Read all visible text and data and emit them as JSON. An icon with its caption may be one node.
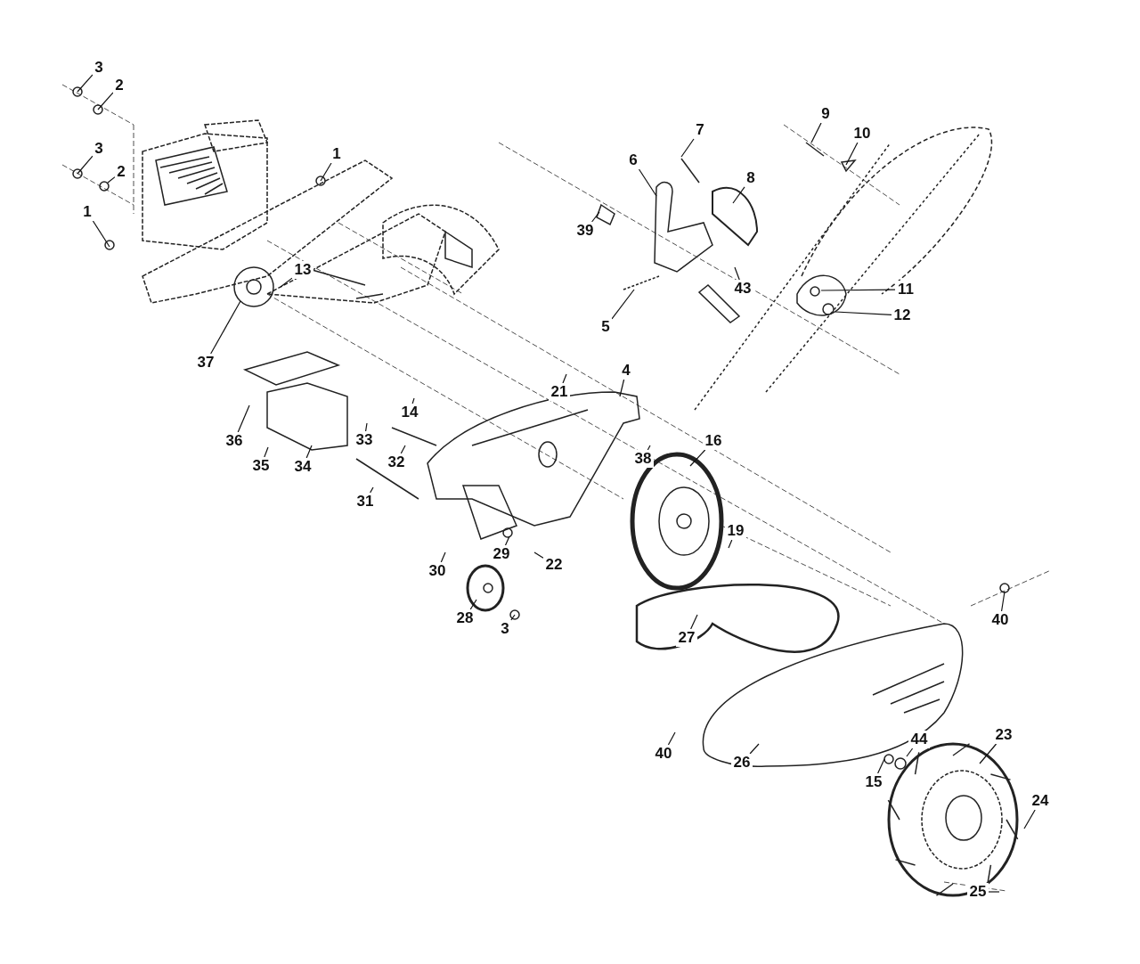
{
  "diagram": {
    "nodes": [
      {
        "text": [
          "3"
        ]
      },
      {
        "text": [
          "2"
        ]
      },
      {
        "text": [
          "3"
        ]
      },
      {
        "text": [
          "2"
        ]
      },
      {
        "text": [
          "1"
        ]
      },
      {
        "text": [
          "1"
        ]
      },
      {
        "text": [
          "7"
        ]
      },
      {
        "text": [
          "9"
        ]
      },
      {
        "text": [
          "10"
        ]
      },
      {
        "text": [
          "6"
        ]
      },
      {
        "text": [
          "8"
        ]
      },
      {
        "text": [
          "39"
        ]
      },
      {
        "text": [
          "13"
        ]
      },
      {
        "text": [
          "11"
        ]
      },
      {
        "text": [
          "43"
        ]
      },
      {
        "text": [
          "12"
        ]
      },
      {
        "text": [
          "5"
        ]
      },
      {
        "text": [
          "37"
        ]
      },
      {
        "text": [
          "4"
        ]
      },
      {
        "text": [
          "21"
        ]
      },
      {
        "text": [
          "36"
        ]
      },
      {
        "text": [
          "14"
        ]
      },
      {
        "text": [
          "33"
        ]
      },
      {
        "text": [
          "38"
        ]
      },
      {
        "text": [
          "16"
        ]
      },
      {
        "text": [
          "32"
        ]
      },
      {
        "text": [
          "35"
        ]
      },
      {
        "text": [
          "34"
        ]
      },
      {
        "text": [
          "31"
        ]
      },
      {
        "text": [
          "19"
        ]
      },
      {
        "text": [
          "29"
        ]
      },
      {
        "text": [
          "22"
        ]
      },
      {
        "text": [
          "30"
        ]
      },
      {
        "text": [
          "28"
        ]
      },
      {
        "text": [
          "3"
        ]
      },
      {
        "text": [
          "40"
        ]
      },
      {
        "text": [
          "27"
        ]
      },
      {
        "text": [
          "40"
        ]
      },
      {
        "text": [
          "26"
        ]
      },
      {
        "text": [
          "23"
        ]
      },
      {
        "text": [
          "44"
        ]
      },
      {
        "text": [
          "15"
        ]
      },
      {
        "text": [
          "24"
        ]
      },
      {
        "text": [
          "25"
        ]
      }
    ],
    "edges": [
      {
        "from": 0,
        "to": null,
        "arrow": "none"
      },
      {
        "from": 1,
        "to": null,
        "arrow": "none"
      },
      {
        "from": 2,
        "to": null,
        "arrow": "none"
      },
      {
        "from": 3,
        "to": null,
        "arrow": "none"
      },
      {
        "from": 4,
        "to": null,
        "arrow": "none"
      },
      {
        "from": 5,
        "to": null,
        "arrow": "none"
      },
      {
        "from": 6,
        "to": null,
        "arrow": "none"
      },
      {
        "from": 7,
        "to": null,
        "arrow": "none"
      },
      {
        "from": 8,
        "to": null,
        "arrow": "none"
      },
      {
        "from": 9,
        "to": null,
        "arrow": "none"
      },
      {
        "from": 10,
        "to": null,
        "arrow": "none"
      },
      {
        "from": 11,
        "to": null,
        "arrow": "none"
      },
      {
        "from": 12,
        "to": null,
        "arrow": "none"
      },
      {
        "from": 13,
        "to": null,
        "arrow": "none"
      },
      {
        "from": 14,
        "to": null,
        "arrow": "none"
      },
      {
        "from": 15,
        "to": null,
        "arrow": "none"
      },
      {
        "from": 16,
        "to": null,
        "arrow": "none"
      },
      {
        "from": 17,
        "to": null,
        "arrow": "none"
      },
      {
        "from": 18,
        "to": null,
        "arrow": "none"
      },
      {
        "from": 19,
        "to": null,
        "arrow": "none"
      },
      {
        "from": 20,
        "to": null,
        "arrow": "none"
      },
      {
        "from": 21,
        "to": null,
        "arrow": "none"
      },
      {
        "from": 22,
        "to": null,
        "arrow": "none"
      },
      {
        "from": 23,
        "to": null,
        "arrow": "none"
      },
      {
        "from": 24,
        "to": null,
        "arrow": "none"
      },
      {
        "from": 25,
        "to": null,
        "arrow": "none"
      },
      {
        "from": 26,
        "to": null,
        "arrow": "none"
      },
      {
        "from": 27,
        "to": null,
        "arrow": "none"
      },
      {
        "from": 28,
        "to": null,
        "arrow": "none"
      },
      {
        "from": 29,
        "to": null,
        "arrow": "none"
      },
      {
        "from": 30,
        "to": null,
        "arrow": "none"
      },
      {
        "from": 31,
        "to": null,
        "arrow": "none"
      },
      {
        "from": 32,
        "to": null,
        "arrow": "none"
      },
      {
        "from": 33,
        "to": null,
        "arrow": "none"
      },
      {
        "from": 34,
        "to": null,
        "arrow": "none"
      },
      {
        "from": 35,
        "to": null,
        "arrow": "none"
      },
      {
        "from": 36,
        "to": null,
        "arrow": "none"
      },
      {
        "from": 37,
        "to": null,
        "arrow": "none"
      },
      {
        "from": 38,
        "to": null,
        "arrow": "none"
      },
      {
        "from": 39,
        "to": null,
        "arrow": "none"
      },
      {
        "from": 40,
        "to": null,
        "arrow": "none"
      },
      {
        "from": 41,
        "to": null,
        "arrow": "none"
      },
      {
        "from": 42,
        "to": null,
        "arrow": "none"
      },
      {
        "from": 43,
        "to": null,
        "arrow": "none"
      }
    ]
  }
}
